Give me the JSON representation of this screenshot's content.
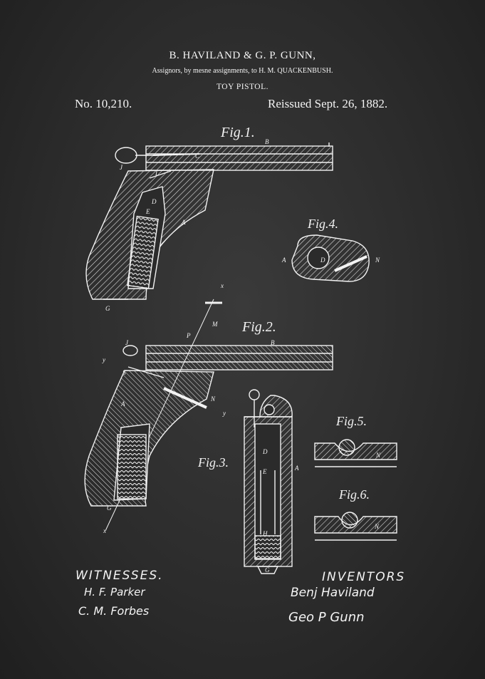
{
  "header": {
    "inventors": "B. HAVILAND & G. P. GUNN,",
    "assignment": "Assignors, by mesne assignments, to H. M. QUACKENBUSH.",
    "title": "TOY PISTOL.",
    "number": "No. 10,210.",
    "reissued": "Reissued Sept. 26, 1882."
  },
  "figures": {
    "fig1": "Fig.1.",
    "fig2": "Fig.2.",
    "fig3": "Fig.3.",
    "fig4": "Fig.4.",
    "fig5": "Fig.5.",
    "fig6": "Fig.6."
  },
  "letters": {
    "B": "B",
    "C": "C",
    "J": "J",
    "I": "I",
    "D": "D",
    "E": "E",
    "A": "A",
    "G": "G",
    "M": "M",
    "P": "P",
    "N": "N",
    "S": "S",
    "x": "x",
    "y": "y",
    "H": "H"
  },
  "footer": {
    "witnesses_label": "WITNESSES.",
    "witness_1": "H. F. Parker",
    "witness_2": "C. M. Forbes",
    "inventors_label": "INVENTORS",
    "inventor_1": "Benj Haviland",
    "inventor_2": "Geo P Gunn"
  },
  "colors": {
    "background": "#2b2b2b",
    "ink": "#f2f2f2"
  }
}
